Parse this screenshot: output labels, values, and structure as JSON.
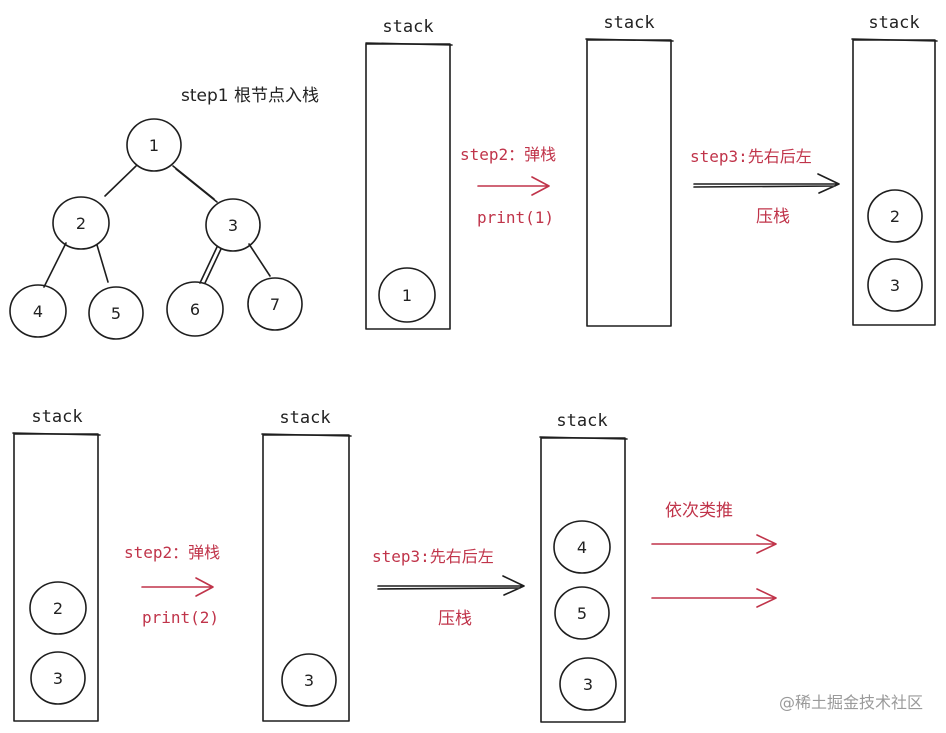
{
  "colors": {
    "stroke": "#1e1e1e",
    "accent": "#c0344a",
    "text": "#222222",
    "watermark": "#9a9a9a"
  },
  "labels": {
    "stack": "stack",
    "step1": "step1 根节点入栈",
    "step2_pop": "step2：弹栈",
    "print1": "print(1)",
    "print2": "print(2)",
    "step3": "step3:先右后左",
    "push": "压栈",
    "and_so_on": "依次类推",
    "watermark": "@稀土掘金技术社区"
  },
  "tree": {
    "nodes": [
      "1",
      "2",
      "3",
      "4",
      "5",
      "6",
      "7"
    ],
    "edges": [
      [
        "1",
        "2"
      ],
      [
        "1",
        "3"
      ],
      [
        "2",
        "4"
      ],
      [
        "2",
        "5"
      ],
      [
        "3",
        "6"
      ],
      [
        "3",
        "7"
      ]
    ]
  },
  "stacks": [
    {
      "caption": "stack",
      "items": [
        "1"
      ]
    },
    {
      "caption": "stack",
      "items": []
    },
    {
      "caption": "stack",
      "items": [
        "2",
        "3"
      ]
    },
    {
      "caption": "stack",
      "items": [
        "2",
        "3"
      ]
    },
    {
      "caption": "stack",
      "items": [
        "3"
      ]
    },
    {
      "caption": "stack",
      "items": [
        "4",
        "5",
        "3"
      ]
    }
  ]
}
